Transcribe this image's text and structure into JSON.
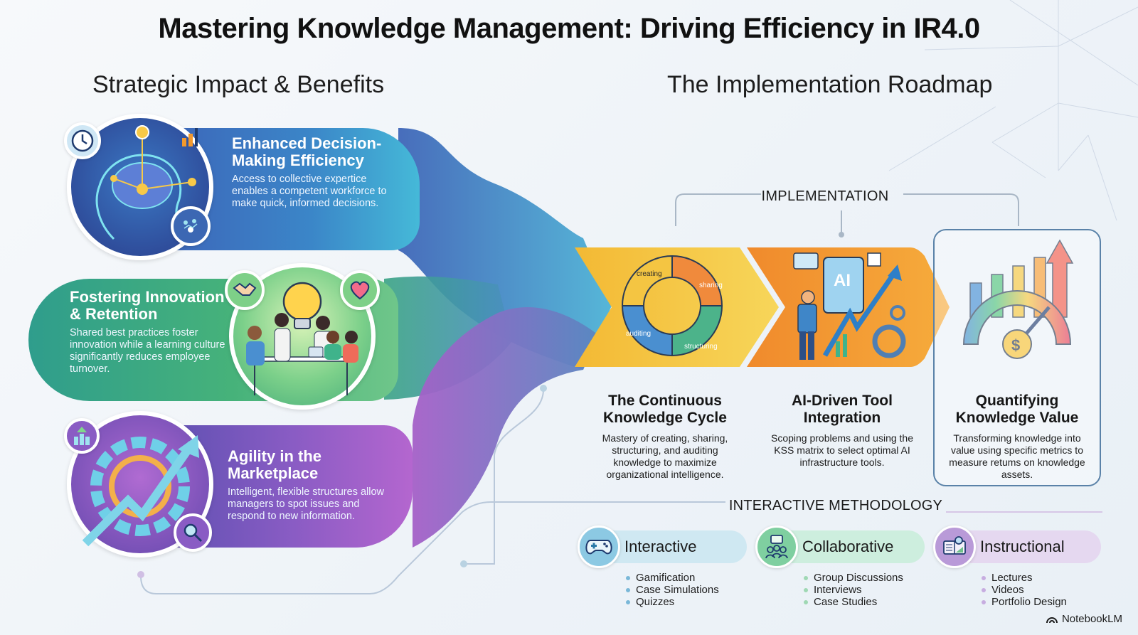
{
  "title": "Mastering Knowledge Management: Driving Efficiency in IR4.0",
  "sections": {
    "left_title": "Strategic Impact & Benefits",
    "right_title": "The Implementation Roadmap"
  },
  "benefits": [
    {
      "title": "Enhanced Decision-Making Efficiency",
      "description": "Access to collective expertice enables a competent workforce to make quick, informed decisions.",
      "icon": "brain-network-icon",
      "badges": [
        "clock-icon",
        "bar-chart-icon",
        "data-points-icon"
      ],
      "color": "#3b86c8"
    },
    {
      "title": "Fostering Innovation & Retention",
      "description": "Shared best practices foster innovation while a learning culture significantly reduces employee turnover.",
      "icon": "team-lightbulb-icon",
      "badges": [
        "handshake-icon",
        "heart-icon"
      ],
      "color": "#46b27a"
    },
    {
      "title": "Agility in the Marketplace",
      "description": "Intelligent, flexible structures allow managers to spot issues and respond to new information.",
      "icon": "gear-arrow-icon",
      "badges": [
        "growth-chart-icon",
        "magnifier-icon"
      ],
      "color": "#8a5cc4"
    }
  ],
  "implementation": {
    "label": "IMPLEMENTATION",
    "steps": [
      {
        "title": "The Continuous Knowledge Cycle",
        "description": "Mastery of creating, sharing, structuring, and auditing knowledge to maximize organizational intelligence.",
        "cycle_labels": [
          "creating",
          "sharing",
          "structuring",
          "auditing"
        ],
        "color": "#f4c23c"
      },
      {
        "title": "AI-Driven Tool Integration",
        "description": "Scoping problems and using the KSS matrix to select optimal AI infrastructure tools.",
        "icon_text": "AI",
        "color": "#f39a2e"
      },
      {
        "title": "Quantifying Knowledge Value",
        "description": "Transforming knowledge into value using specific metrics to measure retums on knowledge assets.",
        "icon_text": "$",
        "color": "#5a82a8"
      }
    ]
  },
  "methodology": {
    "label": "INTERACTIVE METHODOLOGY",
    "groups": [
      {
        "label": "Interactive",
        "icon": "gamepad-icon",
        "color": "#8cc9e3",
        "pill_color": "#cfe8f2",
        "items": [
          "Gamification",
          "Case Simulations",
          "Quizzes"
        ]
      },
      {
        "label": "Collaborative",
        "icon": "group-chat-icon",
        "color": "#7fcfa0",
        "pill_color": "#cdeede",
        "items": [
          "Group Discussions",
          "Interviews",
          "Case Studies"
        ]
      },
      {
        "label": "Instructional",
        "icon": "projector-book-icon",
        "color": "#b99ad8",
        "pill_color": "#e5d8f0",
        "items": [
          "Lectures",
          "Videos",
          "Portfolio Design"
        ]
      }
    ]
  },
  "footer": {
    "brand": "NotebookLM"
  }
}
